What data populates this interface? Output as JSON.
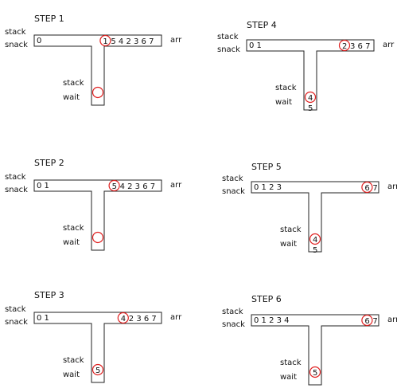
{
  "colors": {
    "highlight": "#e02020",
    "outline": "#222222",
    "text": "#111111"
  },
  "labels": {
    "stack": "stack",
    "snack": "snack",
    "wait": "wait",
    "arr": "arr"
  },
  "steps": [
    {
      "title": "STEP 1",
      "snack": "0",
      "arr_rest": "5 4 2 3 6 7",
      "arr_highlight": "1",
      "wait_items": [],
      "wait_highlight": ""
    },
    {
      "title": "STEP 2",
      "snack": "0 1",
      "arr_rest": "4 2 3 6 7",
      "arr_highlight": "5",
      "wait_items": [],
      "wait_highlight": ""
    },
    {
      "title": "STEP 3",
      "snack": "0 1",
      "arr_rest": "2 3 6 7",
      "arr_highlight": "4",
      "wait_items": [],
      "wait_highlight": "5"
    },
    {
      "title": "STEP 4",
      "snack": "0 1",
      "arr_rest": "3 6 7",
      "arr_highlight": "2",
      "wait_items": [
        "5"
      ],
      "wait_highlight": "4"
    },
    {
      "title": "STEP 5",
      "snack": "0 1 2 3",
      "arr_rest": "7",
      "arr_highlight": "6",
      "wait_items": [
        "5"
      ],
      "wait_highlight": "4"
    },
    {
      "title": "STEP 6",
      "snack": "0 1 2 3 4",
      "arr_rest": "7",
      "arr_highlight": "6",
      "wait_items": [],
      "wait_highlight": "5"
    }
  ]
}
